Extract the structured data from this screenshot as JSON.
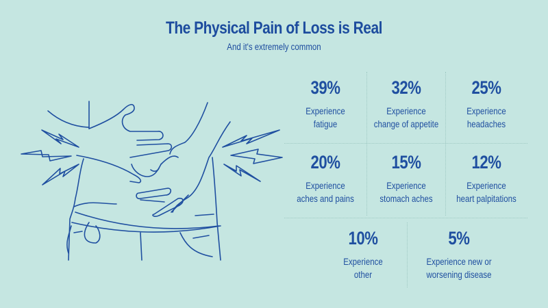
{
  "header": {
    "title": "The Physical Pain of Loss is Real",
    "subtitle": "And it's extremely common"
  },
  "colors": {
    "background": "#C5E6E1",
    "text": "#1D4C9E",
    "divider": "#9FC9C3"
  },
  "illustration": {
    "description": "line-drawing of person holding stomach with lightning-bolt pain marks",
    "icon": "stomach-pain-illustration"
  },
  "stats": [
    {
      "percent": "39%",
      "line1": "Experience",
      "line2": "fatigue"
    },
    {
      "percent": "32%",
      "line1": "Experience",
      "line2": "change of appetite"
    },
    {
      "percent": "25%",
      "line1": "Experience",
      "line2": "headaches"
    },
    {
      "percent": "20%",
      "line1": "Experience",
      "line2": "aches and pains"
    },
    {
      "percent": "15%",
      "line1": "Experience",
      "line2": "stomach aches"
    },
    {
      "percent": "12%",
      "line1": "Experience",
      "line2": "heart palpitations"
    },
    {
      "percent": "10%",
      "line1": "Experience",
      "line2": "other"
    },
    {
      "percent": "5%",
      "line1": "Experience new or",
      "line2": "worsening disease"
    }
  ]
}
